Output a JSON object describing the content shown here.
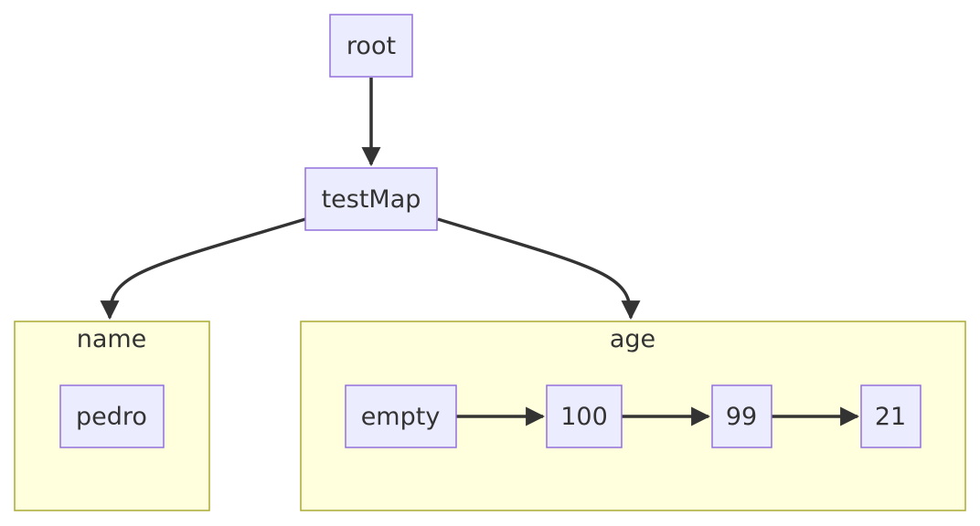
{
  "nodes": {
    "root": "root",
    "testMap": "testMap",
    "pedro": "pedro",
    "empty": "empty",
    "n100": "100",
    "n99": "99",
    "n21": "21"
  },
  "clusters": {
    "name": "name",
    "age": "age"
  },
  "colors": {
    "node_fill": "#ECECFF",
    "node_stroke": "#9370DB",
    "cluster_fill": "#FFFFDE",
    "cluster_stroke": "#AAAA33",
    "edge": "#333333",
    "text": "#333333"
  }
}
